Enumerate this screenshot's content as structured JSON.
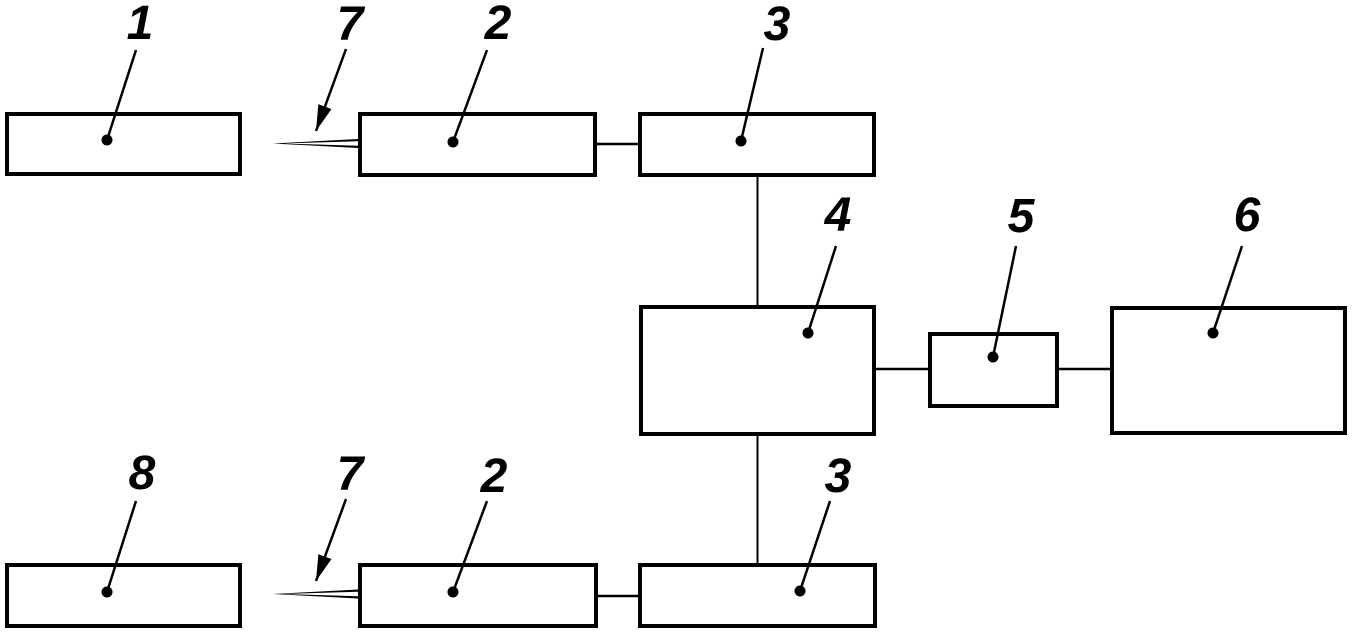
{
  "diagram": {
    "background_color": "#ffffff",
    "ink_color": "#000000",
    "annotations": [
      {
        "text": "1",
        "target": "block-1"
      },
      {
        "text": "7",
        "target": "needle-top"
      },
      {
        "text": "2",
        "target": "block-2-top"
      },
      {
        "text": "3",
        "target": "block-3-top"
      },
      {
        "text": "4",
        "target": "block-4"
      },
      {
        "text": "5",
        "target": "block-5"
      },
      {
        "text": "6",
        "target": "block-6"
      },
      {
        "text": "8",
        "target": "block-8"
      },
      {
        "text": "7",
        "target": "needle-bottom"
      },
      {
        "text": "2",
        "target": "block-2-bottom"
      },
      {
        "text": "3",
        "target": "block-3-bottom"
      }
    ],
    "blocks": [
      {
        "ref": "1"
      },
      {
        "ref": "2"
      },
      {
        "ref": "3"
      },
      {
        "ref": "4"
      },
      {
        "ref": "5"
      },
      {
        "ref": "6"
      },
      {
        "ref": "8"
      },
      {
        "ref": "2"
      },
      {
        "ref": "3"
      }
    ]
  }
}
